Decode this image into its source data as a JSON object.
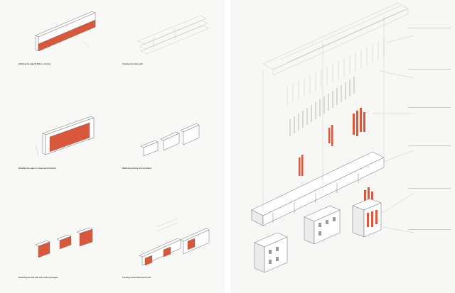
{
  "colors": {
    "accent": "#d9573b",
    "line": "#6c6c6c",
    "page": "#f8f8f6"
  },
  "left_page": {
    "steps": [
      {
        "title": "Defining the edge (D.E.R.O. corridor)",
        "text": ""
      },
      {
        "title": "Creating the linear path",
        "text": ""
      },
      {
        "title": "Breaking the edge to create new threshold",
        "text": ""
      },
      {
        "title": "Reflecting activity and circulation",
        "text": ""
      },
      {
        "title": "Repairing the wall with new urban typologies",
        "text": ""
      },
      {
        "title": "Creating new architectural forms",
        "text": ""
      }
    ]
  },
  "right_page": {
    "notes": [
      {
        "title": "",
        "text": ""
      },
      {
        "title": "",
        "text": ""
      },
      {
        "title": "",
        "text": ""
      },
      {
        "title": "",
        "text": ""
      },
      {
        "title": "",
        "text": ""
      },
      {
        "title": "",
        "text": ""
      }
    ]
  }
}
